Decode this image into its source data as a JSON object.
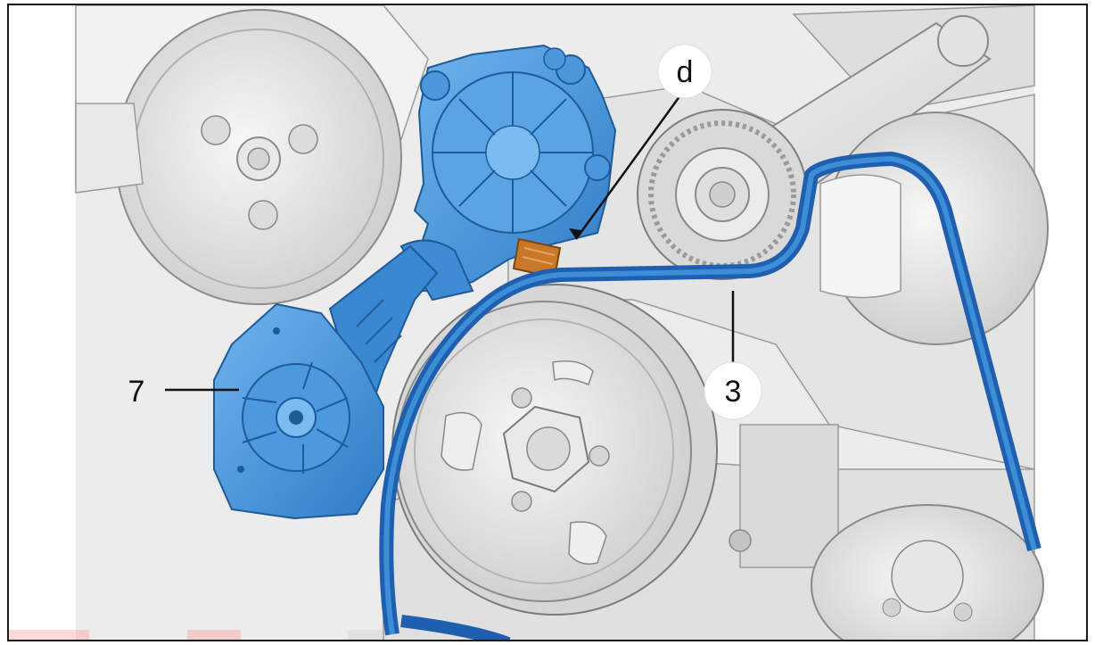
{
  "diagram": {
    "callouts": {
      "d": "d",
      "three": "3",
      "seven": "7"
    },
    "watermark_text": "",
    "colors": {
      "component_blue": "#3d8ed6",
      "belt_blue": "#1f5fb0",
      "engine_grey": "#e6e6e6",
      "fitting_orange": "#c9782a",
      "outline": "#555555"
    }
  }
}
